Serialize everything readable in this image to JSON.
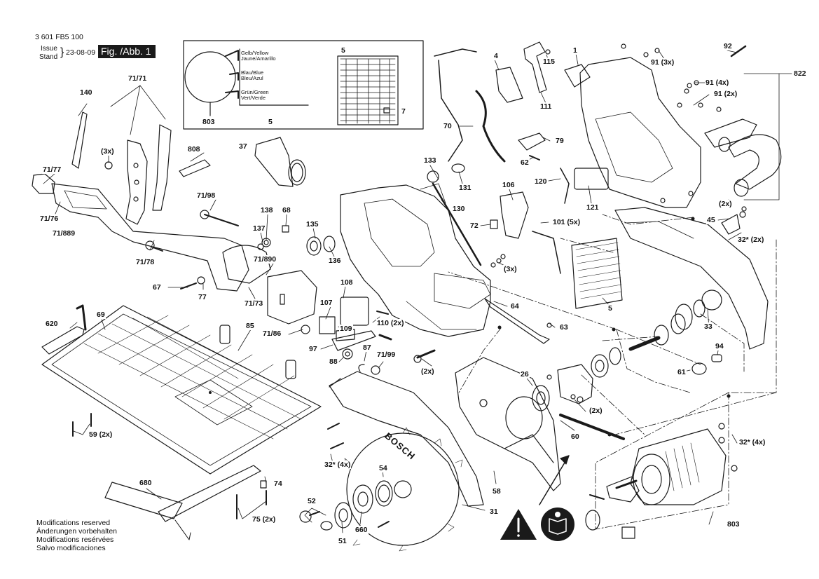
{
  "header": {
    "part_number": "3 601 FB5 100",
    "issue_label": "Issue",
    "stand_label": "Stand",
    "issue_date": "23-08-09",
    "figure_tag": "Fig. /Abb. 1"
  },
  "inset": {
    "wire_labels": [
      {
        "line1": "Gelb/Yellow",
        "line2": "Jaune/Amarillo"
      },
      {
        "line1": "Blau/Blue",
        "line2": "Bleu/Azul"
      },
      {
        "line1": "Grün/Green",
        "line2": "Vert/Verde"
      }
    ],
    "labels": [
      "803",
      "5",
      "5",
      "7"
    ]
  },
  "callouts": [
    {
      "id": "c-140",
      "text": "140"
    },
    {
      "id": "c-71-71",
      "text": "71/71"
    },
    {
      "id": "c-3x-a",
      "text": "(3x)"
    },
    {
      "id": "c-71-77",
      "text": "71/77"
    },
    {
      "id": "c-71-76",
      "text": "71/76"
    },
    {
      "id": "c-71-889",
      "text": "71/889"
    },
    {
      "id": "c-808",
      "text": "808"
    },
    {
      "id": "c-37",
      "text": "37"
    },
    {
      "id": "c-71-98",
      "text": "71/98"
    },
    {
      "id": "c-138",
      "text": "138"
    },
    {
      "id": "c-68",
      "text": "68"
    },
    {
      "id": "c-137",
      "text": "137"
    },
    {
      "id": "c-135",
      "text": "135"
    },
    {
      "id": "c-136",
      "text": "136"
    },
    {
      "id": "c-71-78",
      "text": "71/78"
    },
    {
      "id": "c-71-890",
      "text": "71/890"
    },
    {
      "id": "c-67",
      "text": "67"
    },
    {
      "id": "c-77",
      "text": "77"
    },
    {
      "id": "c-71-73",
      "text": "71/73"
    },
    {
      "id": "c-620",
      "text": "620"
    },
    {
      "id": "c-69",
      "text": "69"
    },
    {
      "id": "c-85",
      "text": "85"
    },
    {
      "id": "c-71-86",
      "text": "71/86"
    },
    {
      "id": "c-108",
      "text": "108"
    },
    {
      "id": "c-107",
      "text": "107"
    },
    {
      "id": "c-109",
      "text": "109"
    },
    {
      "id": "c-110",
      "text": "110 (2x)"
    },
    {
      "id": "c-97",
      "text": "97"
    },
    {
      "id": "c-88",
      "text": "88"
    },
    {
      "id": "c-87",
      "text": "87"
    },
    {
      "id": "c-71-99",
      "text": "71/99"
    },
    {
      "id": "c-2x-a",
      "text": "(2x)"
    },
    {
      "id": "c-59",
      "text": "59 (2x)"
    },
    {
      "id": "c-680",
      "text": "680"
    },
    {
      "id": "c-74",
      "text": "74"
    },
    {
      "id": "c-75",
      "text": "75 (2x)"
    },
    {
      "id": "c-52",
      "text": "52"
    },
    {
      "id": "c-51",
      "text": "51"
    },
    {
      "id": "c-660",
      "text": "660"
    },
    {
      "id": "c-54",
      "text": "54"
    },
    {
      "id": "c-31",
      "text": "31"
    },
    {
      "id": "c-32x-4x",
      "text": "32* (4x)"
    },
    {
      "id": "c-58",
      "text": "58"
    },
    {
      "id": "c-60",
      "text": "60"
    },
    {
      "id": "c-26",
      "text": "26"
    },
    {
      "id": "c-2x-b",
      "text": "(2x)"
    },
    {
      "id": "c-63",
      "text": "63"
    },
    {
      "id": "c-64",
      "text": "64"
    },
    {
      "id": "c-3x-b",
      "text": "(3x)"
    },
    {
      "id": "c-133",
      "text": "133"
    },
    {
      "id": "c-131",
      "text": "131"
    },
    {
      "id": "c-130",
      "text": "130"
    },
    {
      "id": "c-70",
      "text": "70"
    },
    {
      "id": "c-4",
      "text": "4"
    },
    {
      "id": "c-115",
      "text": "115"
    },
    {
      "id": "c-111",
      "text": "111"
    },
    {
      "id": "c-79",
      "text": "79"
    },
    {
      "id": "c-62",
      "text": "62"
    },
    {
      "id": "c-106",
      "text": "106"
    },
    {
      "id": "c-72",
      "text": "72"
    },
    {
      "id": "c-101",
      "text": "101 (5x)"
    },
    {
      "id": "c-120",
      "text": "120"
    },
    {
      "id": "c-121",
      "text": "121"
    },
    {
      "id": "c-1",
      "text": "1"
    },
    {
      "id": "c-92",
      "text": "92"
    },
    {
      "id": "c-91-3x",
      "text": "91 (3x)"
    },
    {
      "id": "c-822",
      "text": "822"
    },
    {
      "id": "c-91-4x",
      "text": "91 (4x)"
    },
    {
      "id": "c-91-2x",
      "text": "91 (2x)"
    },
    {
      "id": "c-2x-c",
      "text": "(2x)"
    },
    {
      "id": "c-45",
      "text": "45"
    },
    {
      "id": "c-32-2x",
      "text": "32* (2x)"
    },
    {
      "id": "c-5-main",
      "text": "5"
    },
    {
      "id": "c-33",
      "text": "33"
    },
    {
      "id": "c-94",
      "text": "94"
    },
    {
      "id": "c-61",
      "text": "61"
    },
    {
      "id": "c-32-4x",
      "text": "32* (4x)"
    },
    {
      "id": "c-803",
      "text": "803"
    }
  ],
  "footer_notes": [
    "Modifications reserved",
    "Änderungen vorbehalten",
    "Modifications resérvées",
    "Salvo modificaciones"
  ],
  "blade_brand": "BOSCH",
  "colors": {
    "line": "#1a1a1a",
    "fill": "#ffffff",
    "tag_bg": "#1a1a1a"
  }
}
